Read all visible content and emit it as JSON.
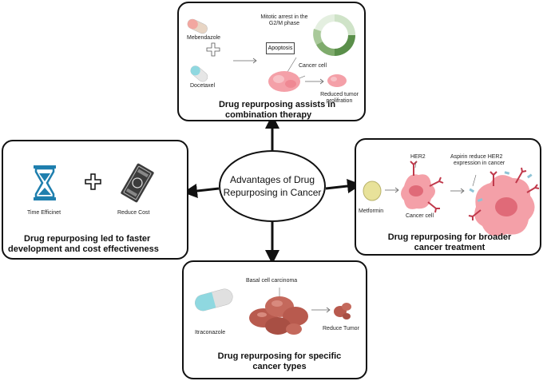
{
  "center": {
    "line1": "Advantages of Drug",
    "line2": "Repurposing  in Cancer"
  },
  "top_panel": {
    "title_line1": "Drug repurposing assists in",
    "title_line2": "combination therapy",
    "drug1": "Mebendazole",
    "drug2": "Docetaxel",
    "mitotic_line1": "Mitotic arrest in the",
    "mitotic_line2": "G2/M phase",
    "apoptosis": "Apoptosis",
    "cancer_cell": "Cancer cell",
    "reduced_line1": "Reduced tumor",
    "reduced_line2": "prolifration"
  },
  "left_panel": {
    "title_line1": "Drug repurposing led to faster",
    "title_line2": "development and cost effectiveness",
    "time_label": "Time Efficinet",
    "cost_label": "Reduce Cost"
  },
  "right_panel": {
    "title_line1": "Drug repurposing for broader",
    "title_line2": "cancer treatment",
    "her2": "HER2",
    "aspirin_line1": "Aspirin reduce HER2",
    "aspirin_line2": "expression in cancer",
    "metformin": "Metformin",
    "cancer_cell": "Cancer cell"
  },
  "bottom_panel": {
    "title_line1": "Drug repurposing for specific",
    "title_line2": "cancer types",
    "bcc": "Basal cell carcinoma",
    "drug": "Itraconazole",
    "reduce": "Reduce Tumor"
  },
  "colors": {
    "pill_pink": "#f2a7a0",
    "pill_beige": "#e8d5c4",
    "pill_cyan": "#8fd8e0",
    "cycle_green": "#5a8f4a",
    "cancer_pink": "#f4a0a8",
    "her2_red": "#c0394b",
    "metformin": "#e8e29a",
    "bcc_brown": "#b85a4e",
    "hourglass_blue": "#1f7fae"
  }
}
